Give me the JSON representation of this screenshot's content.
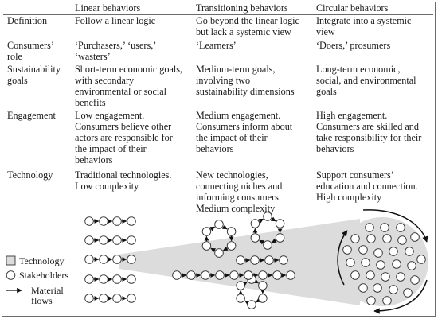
{
  "headers": [
    "Linear behaviors",
    "Transitioning behaviors",
    "Circular behaviors"
  ],
  "rows": [
    {
      "label": [
        "Definition"
      ],
      "cells": [
        [
          "Follow a linear logic"
        ],
        [
          "Go beyond the linear logic",
          "but lack a systemic view"
        ],
        [
          "Integrate into a systemic",
          "view"
        ]
      ]
    },
    {
      "label": [
        "Consumers’",
        "role"
      ],
      "cells": [
        [
          "‘Purchasers,’ ‘users,’",
          "‘wasters’"
        ],
        [
          "‘Learners’"
        ],
        [
          "‘Doers,’ prosumers"
        ]
      ]
    },
    {
      "label": [
        "Sustainability",
        "goals"
      ],
      "cells": [
        [
          "Short-term economic goals,",
          "with secondary",
          "environmental or social",
          "benefits"
        ],
        [
          "Medium-term goals,",
          "involving two",
          "sustainability dimensions"
        ],
        [
          "Long-term economic,",
          "social, and environmental",
          "goals"
        ]
      ]
    },
    {
      "label": [
        "Engagement"
      ],
      "cells": [
        [
          "Low engagement.",
          "Consumers believe other",
          "actors are responsible for",
          "the impact of their",
          "behaviors"
        ],
        [
          "Medium engagement.",
          "Consumers inform about",
          "the impact of their",
          "behaviors"
        ],
        [
          "High engagement.",
          "Consumers are skilled and",
          "take responsibility for their",
          "behaviors"
        ]
      ]
    },
    {
      "label": [
        "Technology"
      ],
      "cells": [
        [
          "Traditional technologies.",
          "Low complexity"
        ],
        [
          "New technologies,",
          "connecting niches and",
          "informing consumers.",
          "Medium complexity"
        ],
        [
          "Support consumers’",
          "education and connection.",
          "High complexity"
        ]
      ]
    }
  ],
  "legend": {
    "technology": "Technology",
    "stakeholders": "Stakeholders",
    "material_flows": [
      "Material",
      "flows"
    ]
  },
  "colors": {
    "cone_fill": "#dcdcdc",
    "node_stroke": "#333333",
    "arrow": "#111111",
    "border": "#6b6b6b"
  }
}
